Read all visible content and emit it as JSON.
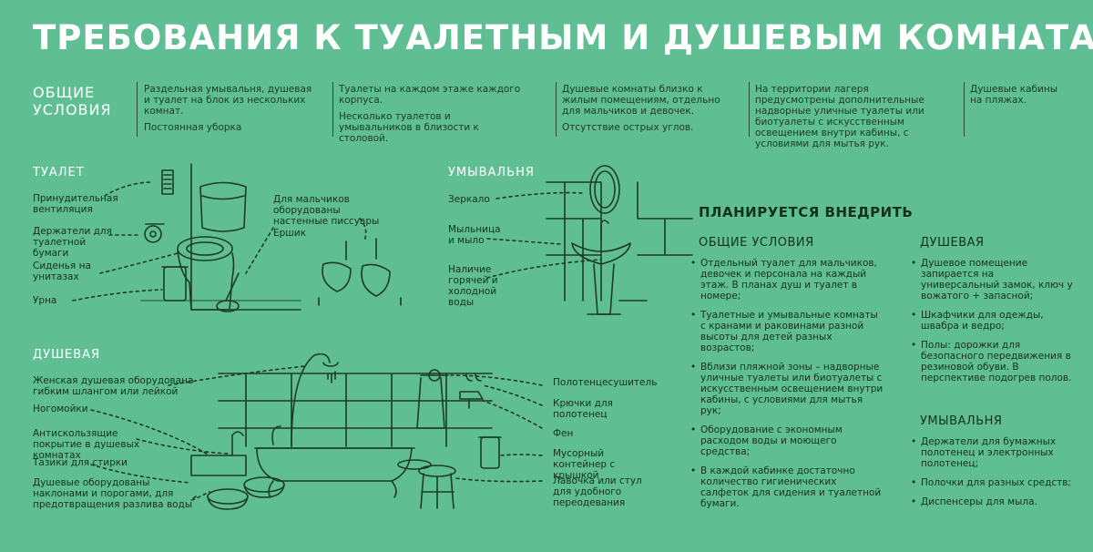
{
  "title": "ТРЕБОВАНИЯ К ТУАЛЕТНЫМ И ДУШЕВЫМ КОМНАТАМ",
  "general": {
    "label_line1": "ОБЩИЕ",
    "label_line2": "УСЛОВИЯ",
    "columns": [
      [
        "Раздельная умывальня, душевая и туалет на блок из нескольких комнат.",
        "Постоянная уборка"
      ],
      [
        "Туалеты на каждом этаже каждого корпуса.",
        "Несколько туалетов и умывальников в близости к столовой."
      ],
      [
        "Душевые комнаты близко к жилым помещениям, отдельно для мальчиков и девочек.",
        "Отсутствие острых углов."
      ],
      [
        "На территории лагеря предусмотрены дополнительные надворные уличные туалеты или биотуалеты с искусственным освещением внутри кабины, с условиями для мытья рук."
      ],
      [
        "Душевые кабины на пляжах."
      ]
    ]
  },
  "toilet": {
    "heading": "ТУАЛЕТ",
    "ventilation": "Принудительная вентиляция",
    "paper_holders": "Держатели для туалетной бумаги",
    "seats": "Сиденья на унитазах",
    "bin": "Урна",
    "urinals": "Для мальчиков оборудованы настенные писсуары",
    "brush": "Ершик"
  },
  "washroom": {
    "heading": "УМЫВАЛЬНЯ",
    "mirror": "Зеркало",
    "soap": "Мыльница и мыло",
    "water": "Наличие горячей и холодной воды"
  },
  "shower": {
    "heading": "ДУШЕВАЯ",
    "left": [
      "Женская душевая оборудована гибким шлангом или лейкой",
      "Ногомойки",
      "Антискользящие покрытие в душевых комнатах",
      "Тазики для стирки",
      "Душевые оборудованы наклонами и порогами, для предотвращения разлива воды"
    ],
    "right": [
      "Полотенцесушитель",
      "Крючки для полотенец",
      "Фен",
      "Мусорный контейнер с крышкой",
      "Лавочка или стул для удобного переодевания"
    ]
  },
  "plan": {
    "title": "ПЛАНИРУЕТСЯ ВНЕДРИТЬ",
    "general_heading": "ОБЩИЕ УСЛОВИЯ",
    "general_items": [
      "Отдельный туалет для мальчиков, девочек и персонала на каждый этаж. В планах душ и туалет в номере;",
      "Туалетные и умывальные комнаты с кранами и раковинами разной высоты для детей разных возрастов;",
      "Вблизи пляжной зоны – надворные уличные туалеты или биотуалеты с искусственным освещением внутри кабины, с условиями для мытья рук;",
      "Оборудование с экономным расходом воды и моющего средства;",
      "В каждой кабинке достаточно количество гигиенических салфеток для сидения и туалетной бумаги."
    ],
    "shower_heading": "ДУШЕВАЯ",
    "shower_items": [
      "Душевое помещение запирается на универсальный замок, ключ у вожатого + запасной;",
      "Шкафчики для одежды, швабра и ведро;",
      "Полы: дорожки для безопасного передвижения в резиновой обуви. В перспективе подогрев полов."
    ],
    "wash_heading": "УМЫВАЛЬНЯ",
    "wash_items": [
      "Держатели для бумажных полотенец и электронных полотенец;",
      "Полочки для разных средств;",
      "Диспенсеры для мыла."
    ]
  },
  "colors": {
    "background": "#5fbf92",
    "ink": "#15301f",
    "title": "#ffffff"
  }
}
